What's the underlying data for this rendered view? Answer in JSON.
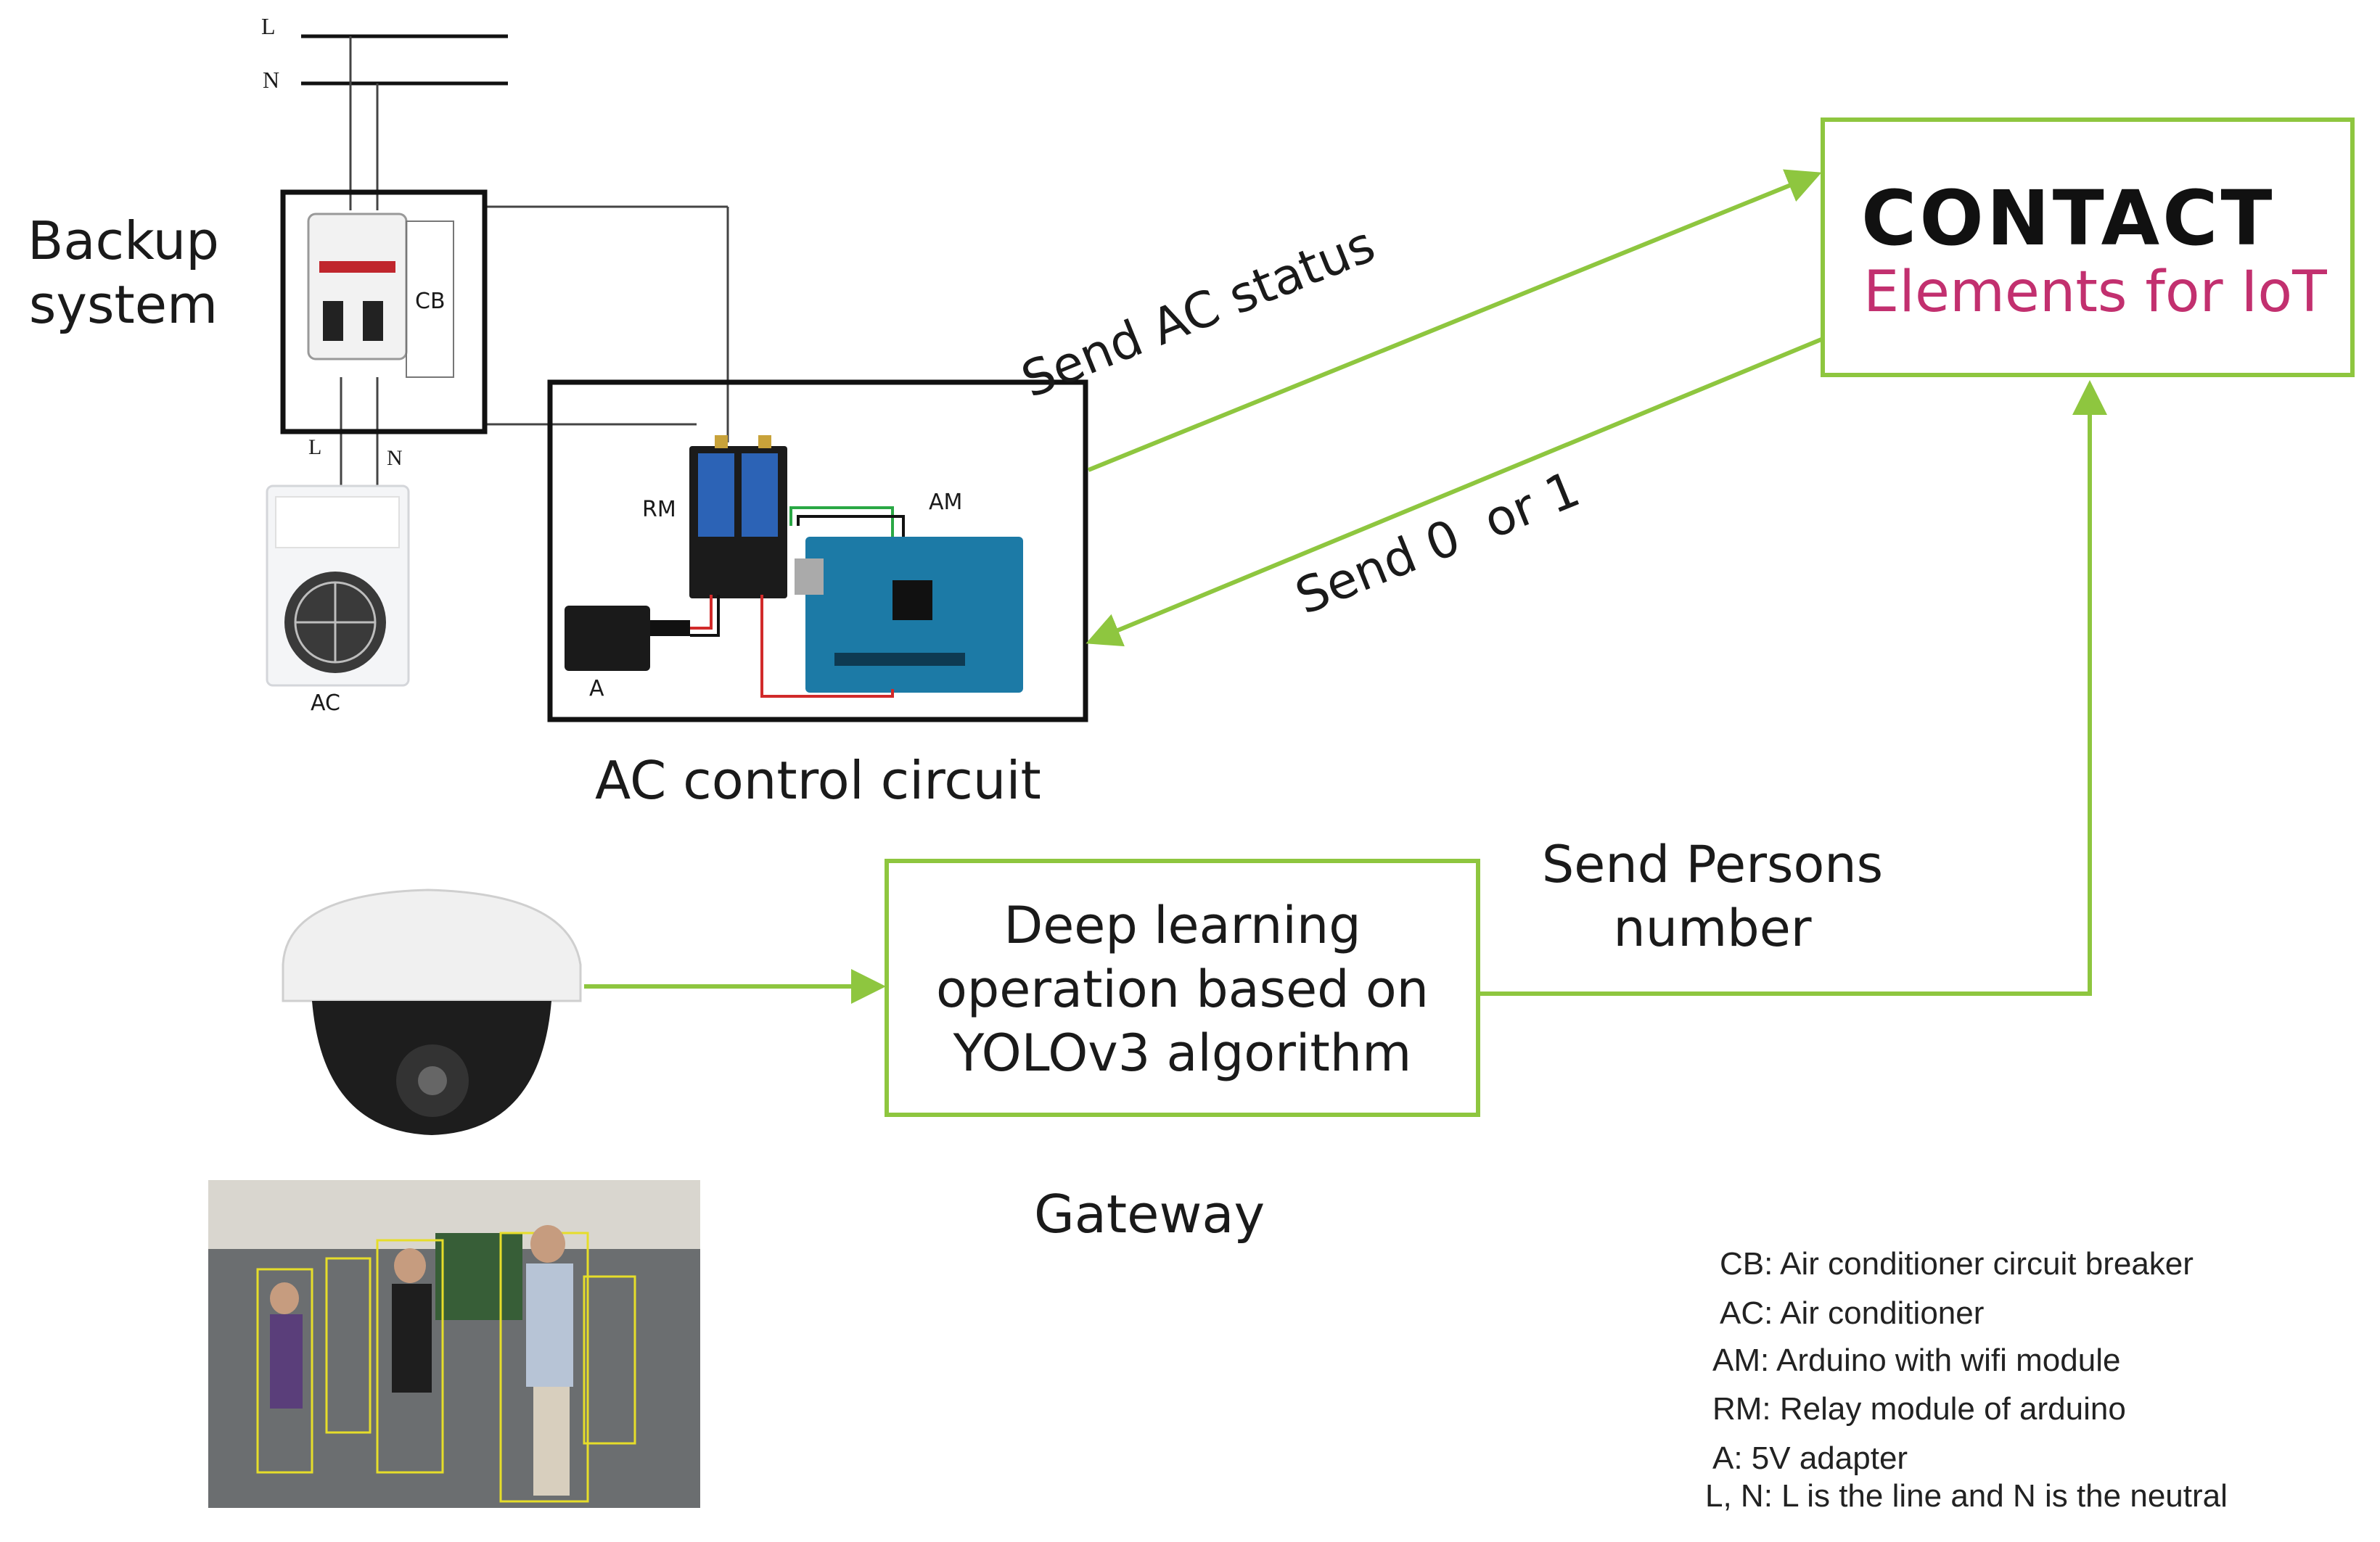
{
  "power": {
    "line_label": "L",
    "neutral_label": "N"
  },
  "backup": {
    "title_line1": "Backup",
    "title_line2": "system",
    "cb_label": "CB",
    "l_label": "L",
    "n_label": "N"
  },
  "ac_unit": {
    "label": "AC"
  },
  "control_circuit": {
    "caption": "AC control circuit",
    "rm_label": "RM",
    "am_label": "AM",
    "a_label": "A"
  },
  "cloud": {
    "brand": "CONTACT",
    "tagline": "Elements for IoT",
    "tagline_color": "#c2306f"
  },
  "arrows": {
    "send_status": "Send AC status",
    "send_command": "Send 0  or 1",
    "send_persons_line1": "Send Persons",
    "send_persons_line2": "number"
  },
  "gateway": {
    "line1": "Deep learning",
    "line2": "operation based on",
    "line3": "YOLOv3 algorithm",
    "caption": "Gateway"
  },
  "legend": [
    "CB: Air conditioner circuit breaker",
    "AC: Air conditioner",
    "AM: Arduino with wifi module",
    "RM: Relay module of arduino",
    "A: 5V adapter",
    "L, N: L is the line and N is the neutral"
  ],
  "colors": {
    "arrow": "#8ec63f",
    "frame": "#111111"
  }
}
